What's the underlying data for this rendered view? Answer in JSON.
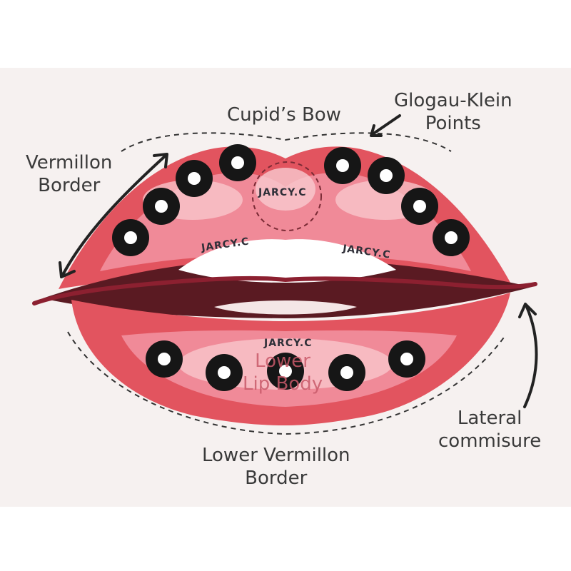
{
  "labels": {
    "cupids_bow": "Cupid’s Bow",
    "glogau_klein_line1": "Glogau-Klein",
    "glogau_klein_line2": "Points",
    "vermillon_border_line1": "Vermillon",
    "vermillon_border_line2": "Border",
    "lower_lip_body_line1": "Lower",
    "lower_lip_body_line2": "Lip Body",
    "lateral_commisure_line1": "Lateral",
    "lateral_commisure_line2": "commisure",
    "lower_vermillon_border_line1": "Lower Vermillon",
    "lower_vermillon_border_line2": "Border"
  },
  "watermark": "JARCY.C",
  "colors": {
    "lip_red": "#e2545f",
    "lip_pink": "#f08a98",
    "lip_highlight": "#f9c9cf",
    "mouth_dark": "#5a1a22",
    "teeth": "#ffffff",
    "point_ring": "#161616",
    "background": "#f6f1f0"
  },
  "icons": [
    "injection-point-marker",
    "curved-arrow-icon",
    "double-headed-arrow-icon"
  ]
}
